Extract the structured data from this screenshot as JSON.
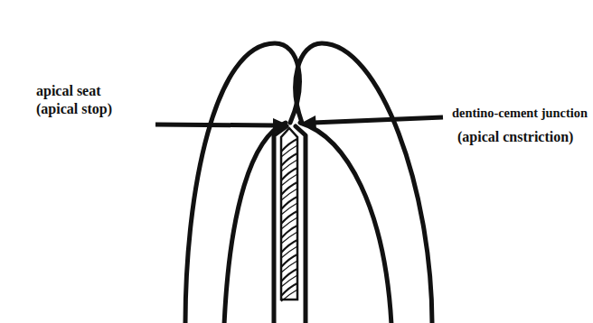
{
  "diagram": {
    "labels": [
      "apical seat",
      "(apical stop)",
      "dentino-cement junction",
      "(apical cnstriction)"
    ]
  }
}
